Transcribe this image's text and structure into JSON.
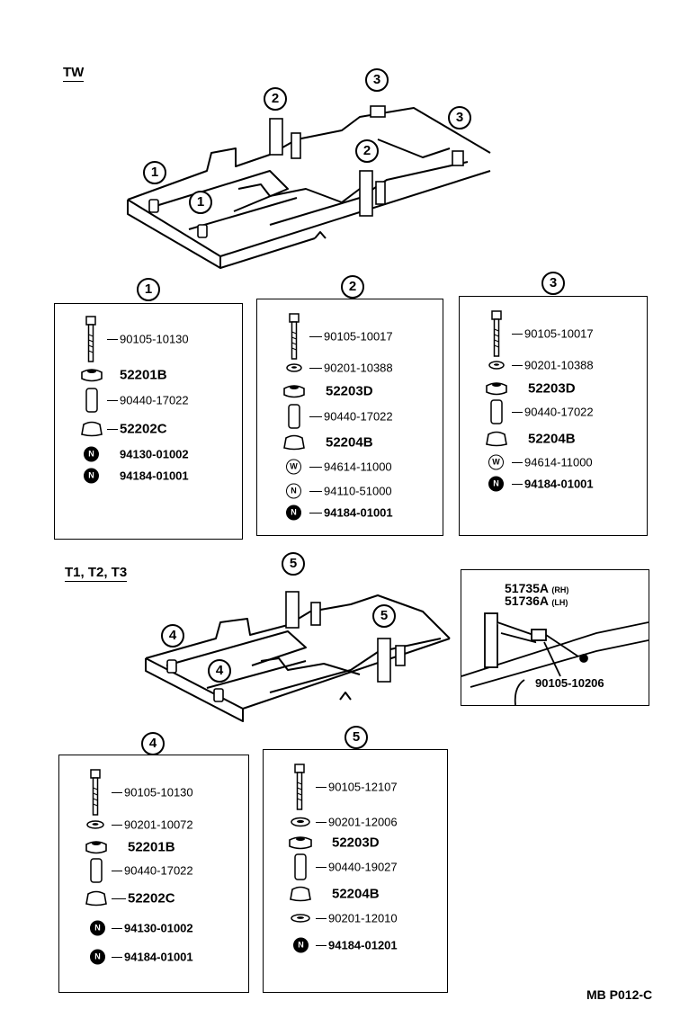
{
  "sections": {
    "tw": {
      "heading": "TW",
      "callouts": [
        "1",
        "1",
        "2",
        "2",
        "3",
        "3"
      ],
      "groups": [
        {
          "number": "1",
          "parts": [
            {
              "type": "bolt",
              "number": "90105-10130",
              "emphasis": false
            },
            {
              "type": "cushion",
              "number": "52201B",
              "emphasis": true
            },
            {
              "type": "collar",
              "number": "90440-17022",
              "emphasis": false
            },
            {
              "type": "cushion-low",
              "number": "52202C",
              "emphasis": true
            },
            {
              "type": "nut-n",
              "symbol": "N",
              "number": "94130-01002",
              "emphasis": true
            },
            {
              "type": "nut-n",
              "symbol": "N",
              "number": "94184-01001",
              "emphasis": true
            }
          ]
        },
        {
          "number": "2",
          "parts": [
            {
              "type": "bolt",
              "number": "90105-10017",
              "emphasis": false
            },
            {
              "type": "washer",
              "number": "90201-10388",
              "emphasis": false
            },
            {
              "type": "cushion",
              "number": "52203D",
              "emphasis": true
            },
            {
              "type": "collar",
              "number": "90440-17022",
              "emphasis": false
            },
            {
              "type": "cushion-low",
              "number": "52204B",
              "emphasis": true
            },
            {
              "type": "nut-w",
              "symbol": "W",
              "number": "94614-11000",
              "emphasis": false
            },
            {
              "type": "nut-n",
              "symbol": "N",
              "number": "94110-51000",
              "emphasis": false
            },
            {
              "type": "nut-n",
              "symbol": "N",
              "number": "94184-01001",
              "emphasis": true
            }
          ]
        },
        {
          "number": "3",
          "parts": [
            {
              "type": "bolt",
              "number": "90105-10017",
              "emphasis": false
            },
            {
              "type": "washer",
              "number": "90201-10388",
              "emphasis": false
            },
            {
              "type": "cushion",
              "number": "52203D",
              "emphasis": true
            },
            {
              "type": "collar",
              "number": "90440-17022",
              "emphasis": false
            },
            {
              "type": "cushion-low",
              "number": "52204B",
              "emphasis": true
            },
            {
              "type": "nut-w",
              "symbol": "W",
              "number": "94614-11000",
              "emphasis": false
            },
            {
              "type": "nut-n",
              "symbol": "N",
              "number": "94184-01001",
              "emphasis": true
            }
          ]
        }
      ]
    },
    "t123": {
      "heading": "T1, T2, T3",
      "callouts": [
        "4",
        "4",
        "5",
        "5"
      ],
      "inset": {
        "label_rh": "51735A",
        "label_rh_side": "(RH)",
        "label_lh": "51736A",
        "label_lh_side": "(LH)",
        "bolt_number": "90105-10206"
      },
      "groups": [
        {
          "number": "4",
          "parts": [
            {
              "type": "bolt",
              "number": "90105-10130",
              "emphasis": false
            },
            {
              "type": "washer",
              "number": "90201-10072",
              "emphasis": false
            },
            {
              "type": "cushion",
              "number": "52201B",
              "emphasis": true
            },
            {
              "type": "collar",
              "number": "90440-17022",
              "emphasis": false
            },
            {
              "type": "cushion-low",
              "number": "52202C",
              "emphasis": true
            },
            {
              "type": "nut-n",
              "symbol": "N",
              "number": "94130-01002",
              "emphasis": true
            },
            {
              "type": "nut-n",
              "symbol": "N",
              "number": "94184-01001",
              "emphasis": true
            }
          ]
        },
        {
          "number": "5",
          "parts": [
            {
              "type": "bolt",
              "number": "90105-12107",
              "emphasis": false
            },
            {
              "type": "washer",
              "number": "90201-12006",
              "emphasis": false
            },
            {
              "type": "cushion",
              "number": "52203D",
              "emphasis": true
            },
            {
              "type": "collar",
              "number": "90440-19027",
              "emphasis": false
            },
            {
              "type": "cushion-low",
              "number": "52204B",
              "emphasis": true
            },
            {
              "type": "washer",
              "number": "90201-12010",
              "emphasis": false
            },
            {
              "type": "nut-n",
              "symbol": "N",
              "number": "94184-01201",
              "emphasis": true
            }
          ]
        }
      ]
    }
  },
  "footer": "MB P012-C"
}
